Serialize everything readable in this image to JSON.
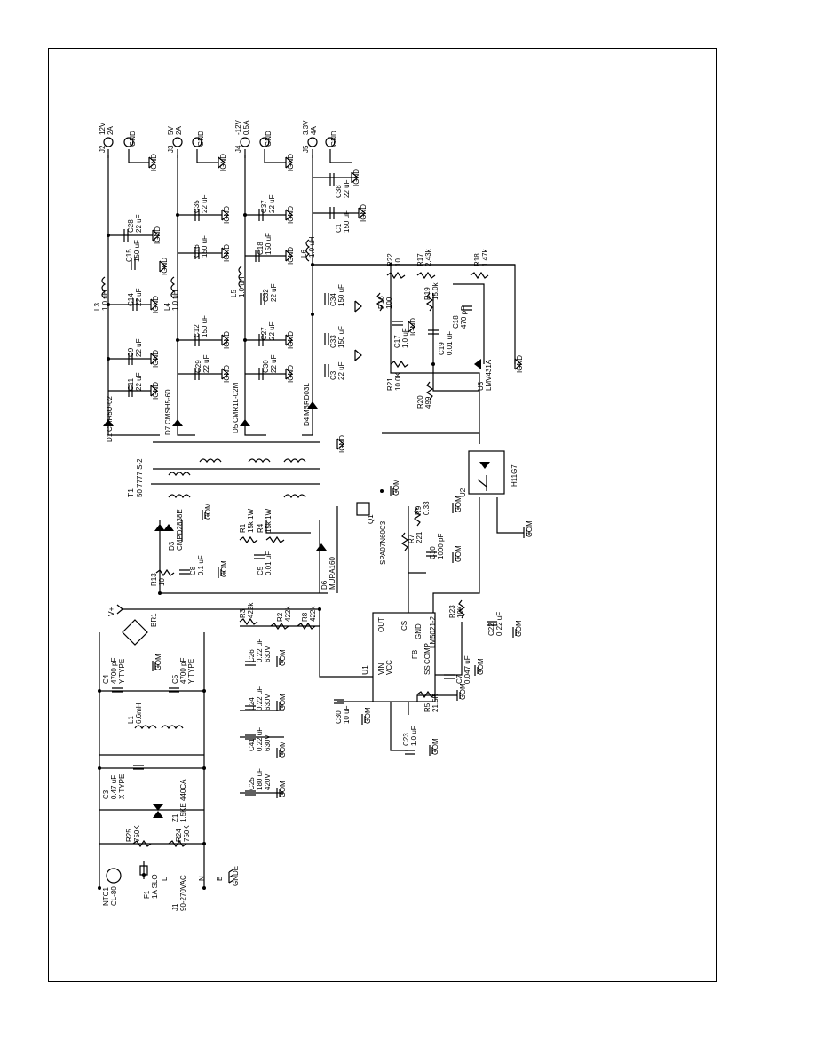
{
  "outputs": [
    {
      "ref": "J2",
      "voltage": "12V",
      "current": "2A",
      "gnd": "GND"
    },
    {
      "ref": "J3",
      "voltage": "5V",
      "current": "2A",
      "gnd": "GND"
    },
    {
      "ref": "J4",
      "voltage": "-12V",
      "current": "0.5A",
      "gnd": "GND"
    },
    {
      "ref": "J5",
      "voltage": "3.3V",
      "current": "4A",
      "gnd": "GND"
    }
  ],
  "ground_labels": {
    "ignd": "IGND",
    "com": "COM",
    "gnde": "GNDE"
  },
  "input": {
    "ntc": {
      "ref": "NTC1",
      "value": "CL-80"
    },
    "fuse": {
      "ref": "F1",
      "value": "1A SLO"
    },
    "connector": {
      "ref": "J1",
      "value": "90-270VAC",
      "pins": [
        "L",
        "N",
        "E"
      ]
    },
    "r25": {
      "ref": "R25",
      "value": "750K"
    },
    "r24": {
      "ref": "R24",
      "value": "750K"
    },
    "z1": {
      "ref": "Z1",
      "value": "1.5KE 440CA"
    },
    "c3": {
      "ref": "C3",
      "value": "0.47 uF",
      "type": "X TYPE"
    },
    "l1": {
      "ref": "L1",
      "value": "6.6mH"
    },
    "c4": {
      "ref": "C4",
      "value": "4700 pF",
      "type": "Y TYPE"
    },
    "c5": {
      "ref": "C5",
      "value": "4700 pF",
      "type": "Y TYPE"
    },
    "br1": "BR1",
    "vplus": "V+",
    "c26": {
      "ref": "C26",
      "value": "0.22 uF",
      "rating": "630V"
    },
    "c24": {
      "ref": "C24",
      "value": "0.22 uF",
      "rating": "630V"
    },
    "c41": {
      "ref": "C41",
      "value": "0.22 uF",
      "rating": "630V"
    },
    "c25": {
      "ref": "C25",
      "value": "180 uF",
      "rating": "420V"
    }
  },
  "controller": {
    "u1": {
      "ref": "U1",
      "part": "LM5021-2",
      "pins": [
        "VIN",
        "VCC",
        "OUT",
        "CS",
        "GND",
        "FB",
        "SS",
        "COMP"
      ]
    },
    "r3": {
      "ref": "R3",
      "value": "422k"
    },
    "r2": {
      "ref": "R2",
      "value": "422k"
    },
    "r8": {
      "ref": "R8",
      "value": "422k"
    },
    "c30": {
      "ref": "C30",
      "value": "10 uF"
    },
    "c23": {
      "ref": "C23",
      "value": "1.0 uF"
    },
    "c7": {
      "ref": "C7",
      "value": "0.047 uF"
    },
    "r5": {
      "ref": "R5",
      "value": "21.5K"
    },
    "r23": {
      "ref": "R23",
      "value": "10K"
    },
    "c22": {
      "ref": "C22",
      "value": "0.22 uF"
    },
    "c10": {
      "ref": "C10",
      "value": "1000 pF"
    },
    "r7": {
      "ref": "R7",
      "value": "221"
    },
    "r9": {
      "ref": "R9",
      "value": "0.33"
    },
    "q1": {
      "ref": "Q1",
      "value": "SPA07N60C3"
    },
    "r13": {
      "ref": "R13",
      "value": "10"
    },
    "d3": {
      "ref": "D3",
      "value": "CMPD2838E"
    },
    "c8": {
      "ref": "C8",
      "value": "0.1 uF"
    },
    "r1": {
      "ref": "R1",
      "value": "15k 1W"
    },
    "r4": {
      "ref": "R4",
      "value": "15k 1W"
    },
    "c5b": {
      "ref": "C5",
      "value": "0.01 uF"
    },
    "d6": {
      "ref": "D6",
      "value": "MURA160"
    }
  },
  "transformer": {
    "ref": "T1",
    "part": "50 7777 S-2"
  },
  "secondary": {
    "d1": {
      "ref": "D1",
      "value": "CMR5U-02"
    },
    "d7": {
      "ref": "D7",
      "value": "CMSH5-60"
    },
    "d5": {
      "ref": "D5",
      "value": "CMR1L-02M"
    },
    "d4": {
      "ref": "D4",
      "value": "MBRD03L"
    },
    "l3": {
      "ref": "L3",
      "value": "1.0 uH"
    },
    "l4": {
      "ref": "L4",
      "value": "1.0 uH"
    },
    "l5": {
      "ref": "L5",
      "value": "1.0 uH"
    },
    "l6": {
      "ref": "L6",
      "value": "1.0 uH"
    },
    "c11": {
      "ref": "C11",
      "value": "22 uF"
    },
    "c9": {
      "ref": "C9",
      "value": "22 uF"
    },
    "c14": {
      "ref": "C14",
      "value": "22 uF"
    },
    "c15": {
      "ref": "C15",
      "value": "150 uF"
    },
    "c28": {
      "ref": "C28",
      "value": "22 uF"
    },
    "c29": {
      "ref": "C29",
      "value": "22 uF"
    },
    "c12": {
      "ref": "C12",
      "value": "150 uF"
    },
    "c16": {
      "ref": "C16",
      "value": "150 uF"
    },
    "c35": {
      "ref": "C35",
      "value": "22 uF"
    },
    "c30b": {
      "ref": "C30",
      "value": "22 uF"
    },
    "c27": {
      "ref": "C27",
      "value": "22 uF"
    },
    "c32": {
      "ref": "C32",
      "value": "22 uF"
    },
    "c18": {
      "ref": "C18",
      "value": "150 uF"
    },
    "c37": {
      "ref": "C37",
      "value": "22 uF"
    },
    "c3b": {
      "ref": "C3",
      "value": "22 uF"
    },
    "c33": {
      "ref": "C33",
      "value": "150 uF"
    },
    "c34": {
      "ref": "C34",
      "value": "150 uF"
    },
    "c1": {
      "ref": "C1",
      "value": "150 uF"
    },
    "c38": {
      "ref": "C38",
      "value": "22 uF"
    }
  },
  "feedback": {
    "r22": {
      "ref": "R22",
      "value": "10"
    },
    "r17": {
      "ref": "R17",
      "value": "2.43k"
    },
    "r18": {
      "ref": "R18",
      "value": "1.47k"
    },
    "r16": {
      "ref": "R16",
      "value": "100"
    },
    "r19": {
      "ref": "R19",
      "value": "15.0k"
    },
    "c17": {
      "ref": "C17",
      "value": "1.0 uF"
    },
    "c19": {
      "ref": "C19",
      "value": "0.01 uF"
    },
    "c18b": {
      "ref": "C18",
      "value": "470 pF"
    },
    "r21": {
      "ref": "R21",
      "value": "10.0K"
    },
    "r20": {
      "ref": "R20",
      "value": "499"
    },
    "u3": {
      "ref": "U3",
      "value": "LMV431A"
    },
    "u2": {
      "ref": "U2",
      "value": "H11G7"
    }
  }
}
